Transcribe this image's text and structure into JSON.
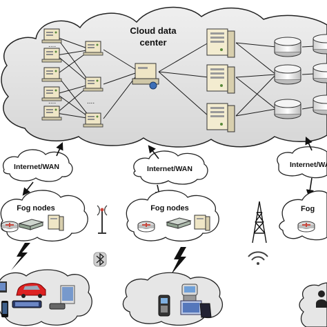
{
  "cloud": {
    "title_line1": "Cloud data",
    "title_line2": "center"
  },
  "links": [
    {
      "label": "Internet/WAN"
    },
    {
      "label": "Internet/WAN"
    },
    {
      "label": "Internet/WAN"
    }
  ],
  "fog": [
    {
      "label": "Fog nodes"
    },
    {
      "label": "Fog nodes"
    },
    {
      "label": "Fog"
    }
  ],
  "dots": "....",
  "colors": {
    "cloud_fill": "#e4e4e4",
    "cloud_stroke": "#222222",
    "line": "#1a1a1a",
    "server": "#efe6c6",
    "router": "#c9463c"
  },
  "icons": [
    "server-icon",
    "switch-icon",
    "router-icon",
    "database-icon",
    "antenna-tower-icon",
    "bluetooth-icon",
    "wifi-icon",
    "lightning-icon",
    "phone-icon",
    "car-icon",
    "tablet-icon",
    "pos-terminal-icon"
  ]
}
